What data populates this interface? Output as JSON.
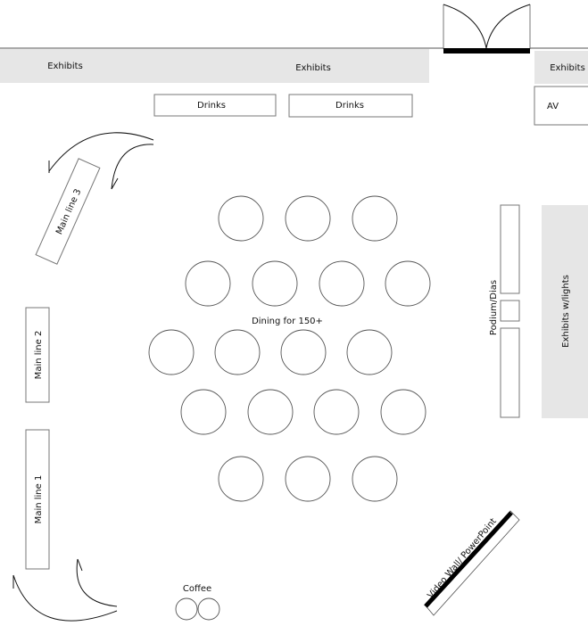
{
  "title": "Event floor plan",
  "colors": {
    "exhibit_fill": "#e6e6e6",
    "wall": "#555555",
    "door_sill": "#000000"
  },
  "labels": {
    "exhibits_left": "Exhibits",
    "exhibits_center": "Exhibits",
    "exhibits_right": "Exhibits",
    "av": "AV",
    "drinks_1": "Drinks",
    "drinks_2": "Drinks",
    "main_line_1": "Main line 1",
    "main_line_2": "Main line 2",
    "main_line_3": "Main line 3",
    "dining": "Dining for 150+",
    "podium": "Podium/Dias",
    "exhibits_lights": "Exhibits w/lights",
    "coffee": "Coffee",
    "video_wall": "Video Wall/ PowerPoint"
  },
  "dining_tables_per_row": [
    3,
    4,
    4,
    4,
    3
  ]
}
